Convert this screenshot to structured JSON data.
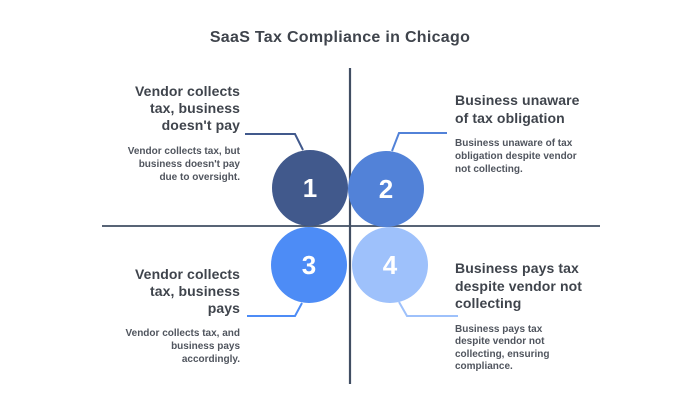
{
  "title": "SaaS Tax Compliance in Chicago",
  "colors": {
    "background": "#FFFFFF",
    "title_text": "#3F444C",
    "heading_text": "#3F444C",
    "body_text": "#50555E",
    "axis_line": "#414E63"
  },
  "circles": [
    {
      "number": "1",
      "color": "#41598C",
      "position": "top-left",
      "label": "Vendor collects\ntax, business\ndoesn't pay",
      "description": "Vendor collects tax, but\nbusiness doesn't pay\ndue to oversight."
    },
    {
      "number": "2",
      "color": "#5282D8",
      "position": "top-right",
      "label": "Business unaware\nof tax obligation",
      "description": "Business unaware of tax\nobligation despite vendor\nnot collecting."
    },
    {
      "number": "3",
      "color": "#4D8CF6",
      "position": "bottom-left",
      "label": "Vendor collects\ntax, business\npays",
      "description": "Vendor collects tax, and\nbusiness pays\naccordingly."
    },
    {
      "number": "4",
      "color": "#9EC1FB",
      "position": "bottom-right",
      "label": "Business pays tax\ndespite vendor not\ncollecting",
      "description": "Business pays tax\ndespite vendor not\ncollecting, ensuring\ncompliance."
    }
  ]
}
